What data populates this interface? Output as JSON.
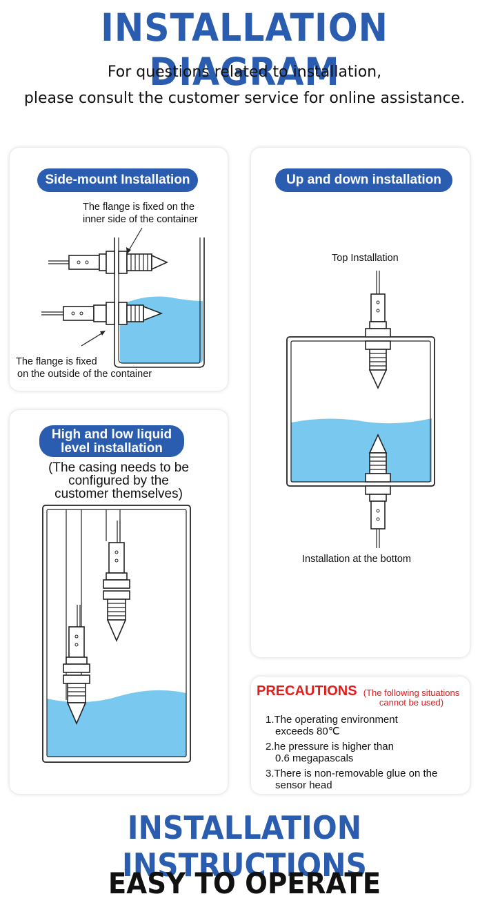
{
  "header": {
    "title": "INSTALLATION DIAGRAM",
    "subtitle_line1": "For questions related to installation,",
    "subtitle_line2": "please consult the customer service for online assistance."
  },
  "side_mount": {
    "badge": "Side-mount Installation",
    "label_inner_line1": "The flange is fixed on the",
    "label_inner_line2": "inner side of the container",
    "label_outer_line1": "The flange is fixed",
    "label_outer_line2": "on the outside of the container"
  },
  "up_down": {
    "badge": "Up and down installation",
    "top_label": "Top Installation",
    "bottom_label": "Installation at the bottom"
  },
  "high_low": {
    "badge_line1": "High and low liquid",
    "badge_line2": "level installation",
    "note_line1": "(The casing needs to be",
    "note_line2": "configured by the",
    "note_line3": "customer themselves)"
  },
  "precautions": {
    "title": "PRECAUTIONS",
    "note_line1": "(The following situations",
    "note_line2": "cannot be used)",
    "items": [
      {
        "line1": "1.The operating environment",
        "line2": "exceeds 80℃"
      },
      {
        "line1": "2.he pressure is higher than",
        "line2": "0.6 megapascals"
      },
      {
        "line1": "3.There is non-removable glue on the",
        "line2": "sensor head"
      }
    ]
  },
  "footer": {
    "line1": "INSTALLATION INSTRUCTIONS",
    "line2": "EASY TO OPERATE"
  },
  "colors": {
    "brand_blue": "#2a5db0",
    "water": "#79c8ef",
    "warning_red": "#e21b1b"
  }
}
